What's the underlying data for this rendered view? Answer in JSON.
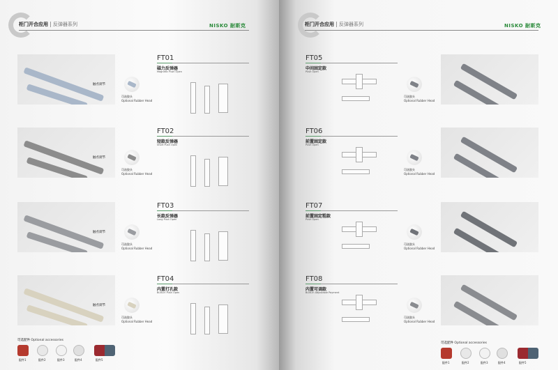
{
  "header": {
    "title": "柜门开合应用",
    "subtitle": "反弹器系列",
    "brand": "NISKO 耐斯克"
  },
  "adjust_label": "触点调节",
  "rubber_head": {
    "cn": "可选胶头",
    "en": "Optional Rubber Head"
  },
  "products": [
    {
      "code": "FT01",
      "cn": "磁力反弹器",
      "en": "Magnetic Push Open",
      "color": "#a9b7c9"
    },
    {
      "code": "FT02",
      "cn": "短款反弹器",
      "en": "Short Push Open",
      "color": "#8c8c8c"
    },
    {
      "code": "FT03",
      "cn": "长款反弹器",
      "en": "Long Push Open",
      "color": "#9a9ca0"
    },
    {
      "code": "FT04",
      "cn": "内置打孔款",
      "en": "Built-In Push Open",
      "color": "#d8d2bf"
    },
    {
      "code": "FT05",
      "cn": "中间固定款",
      "en": "Push Open",
      "color": "#7f8288"
    },
    {
      "code": "FT06",
      "cn": "前置固定款",
      "en": "Push Open",
      "color": "#7f8288"
    },
    {
      "code": "FT07",
      "cn": "前置固定粗款",
      "en": "Push Open",
      "color": "#707378"
    },
    {
      "code": "FT08",
      "cn": "内置可调款",
      "en": "Built-In Adjustable Payment",
      "color": "#8a8c90"
    }
  ],
  "accessories": {
    "title": "可选配件 Optional accessories",
    "items": [
      {
        "label": "配件1",
        "color": "#b53a2e"
      },
      {
        "label": "配件2",
        "color": "#e8e8e8"
      },
      {
        "label": "配件3",
        "color": "#f2f2f2"
      },
      {
        "label": "配件4",
        "color": "#e0e0e0"
      },
      {
        "label": "配件5",
        "color": "#9b2a30"
      }
    ]
  }
}
